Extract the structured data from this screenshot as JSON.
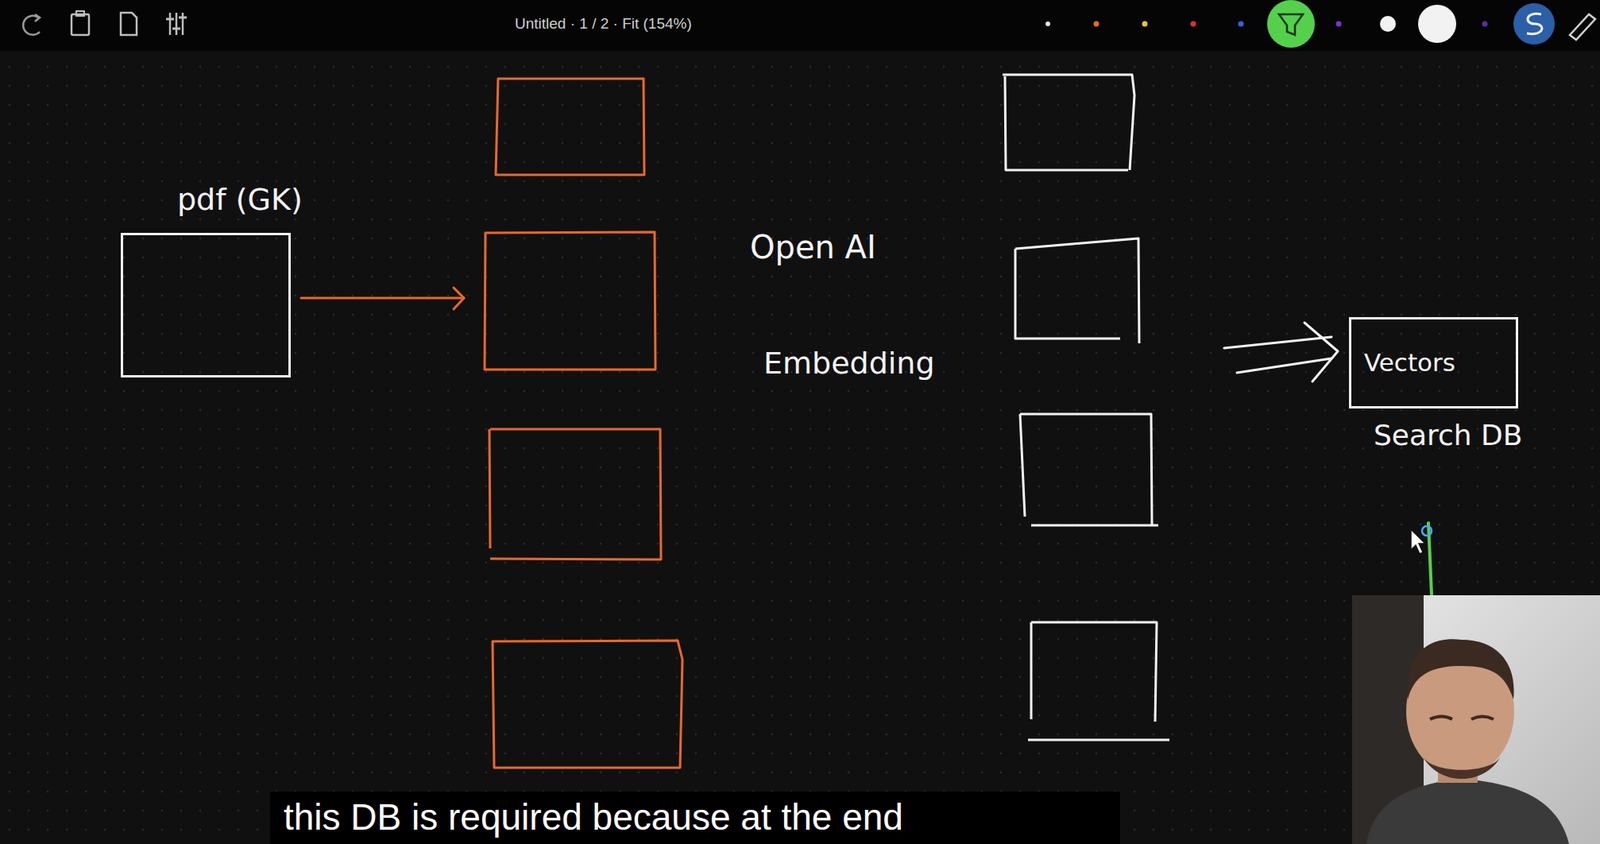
{
  "diagram": {
    "nodes": [
      {
        "text": [
          "pdf (GK)"
        ]
      },
      {
        "text": [
          "Vectors",
          "Search DB"
        ]
      }
    ],
    "labels": [
      "Open AI",
      "Embedding",
      "Untitled · 1 / 2 · Fit (154%)",
      "this DB is required because at the end"
    ]
  }
}
